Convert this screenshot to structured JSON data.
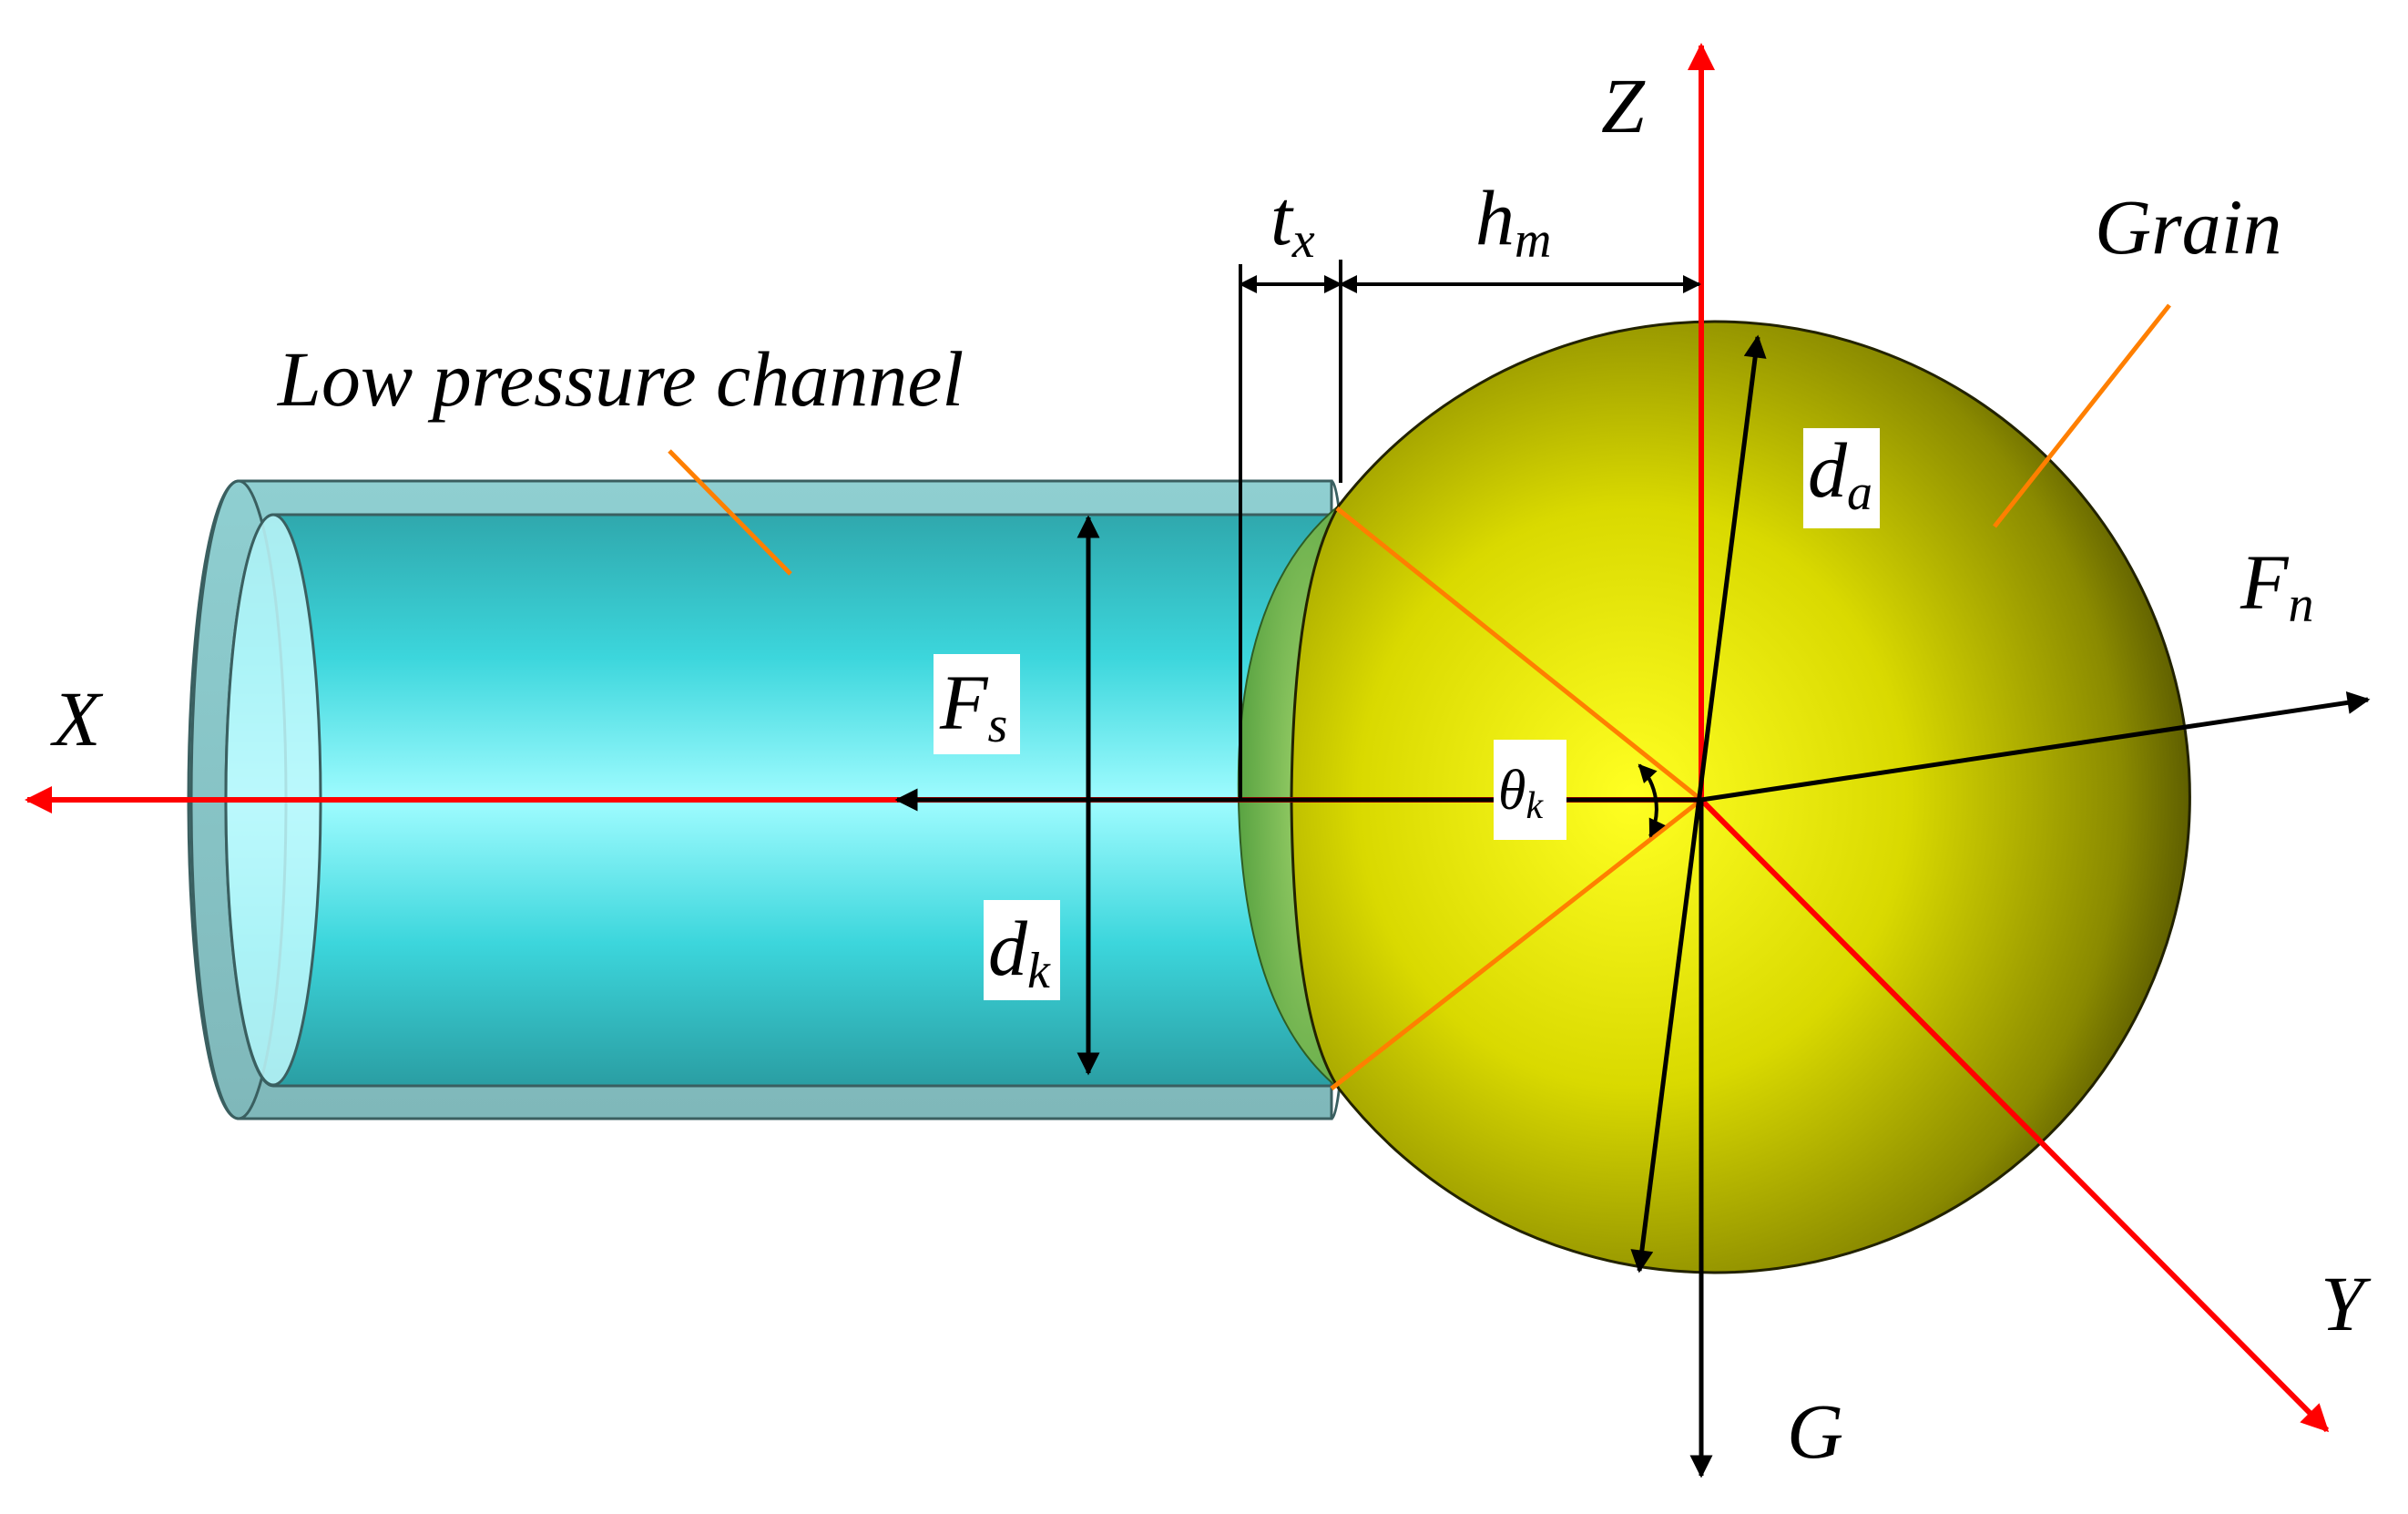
{
  "labels": {
    "low_pressure_channel": "Low pressure channel",
    "grain": "Grain",
    "axis_x": "X",
    "axis_y": "Y",
    "axis_z": "Z",
    "gravity": "G",
    "t_x": {
      "main": "t",
      "sub": "x"
    },
    "h_m": {
      "main": "h",
      "sub": "m"
    },
    "d_a": {
      "main": "d",
      "sub": "a"
    },
    "d_k": {
      "main": "d",
      "sub": "k"
    },
    "F_s": {
      "main": "F",
      "sub": "s"
    },
    "F_n": {
      "main": "F",
      "sub": "n"
    },
    "theta_k": {
      "main": "θ",
      "sub": "k"
    }
  },
  "colors": {
    "axis_red": "#ff0000",
    "leader_orange": "#ff7f00",
    "channel_cyan": "#33d6dc",
    "channel_highlight": "#9ffcff",
    "grain_yellow": "#f2f200",
    "grain_shadow": "#3d3d00",
    "green_cap": "#62b84a",
    "black": "#000000"
  }
}
